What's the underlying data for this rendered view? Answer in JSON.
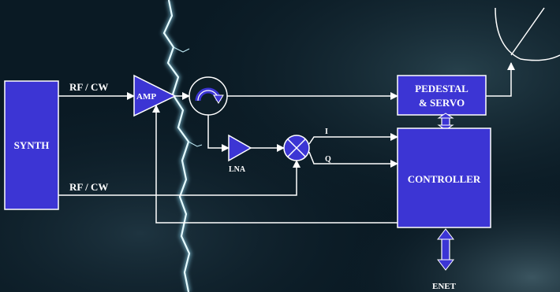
{
  "blocks": {
    "synth": "SYNTH",
    "amp": "AMP",
    "lna": "LNA",
    "pedestal_line1": "PEDESTAL",
    "pedestal_line2": "& SERVO",
    "controller": "CONTROLLER",
    "enet": "ENET"
  },
  "signals": {
    "rf_cw_top": "RF / CW",
    "rf_cw_bottom": "RF / CW",
    "i": "I",
    "q": "Q"
  },
  "colors": {
    "block_fill": "#3c35d4",
    "block_stroke": "#ffffff",
    "wire": "#ffffff",
    "background": "#0a1a24",
    "lightning": "#cfeff8"
  }
}
